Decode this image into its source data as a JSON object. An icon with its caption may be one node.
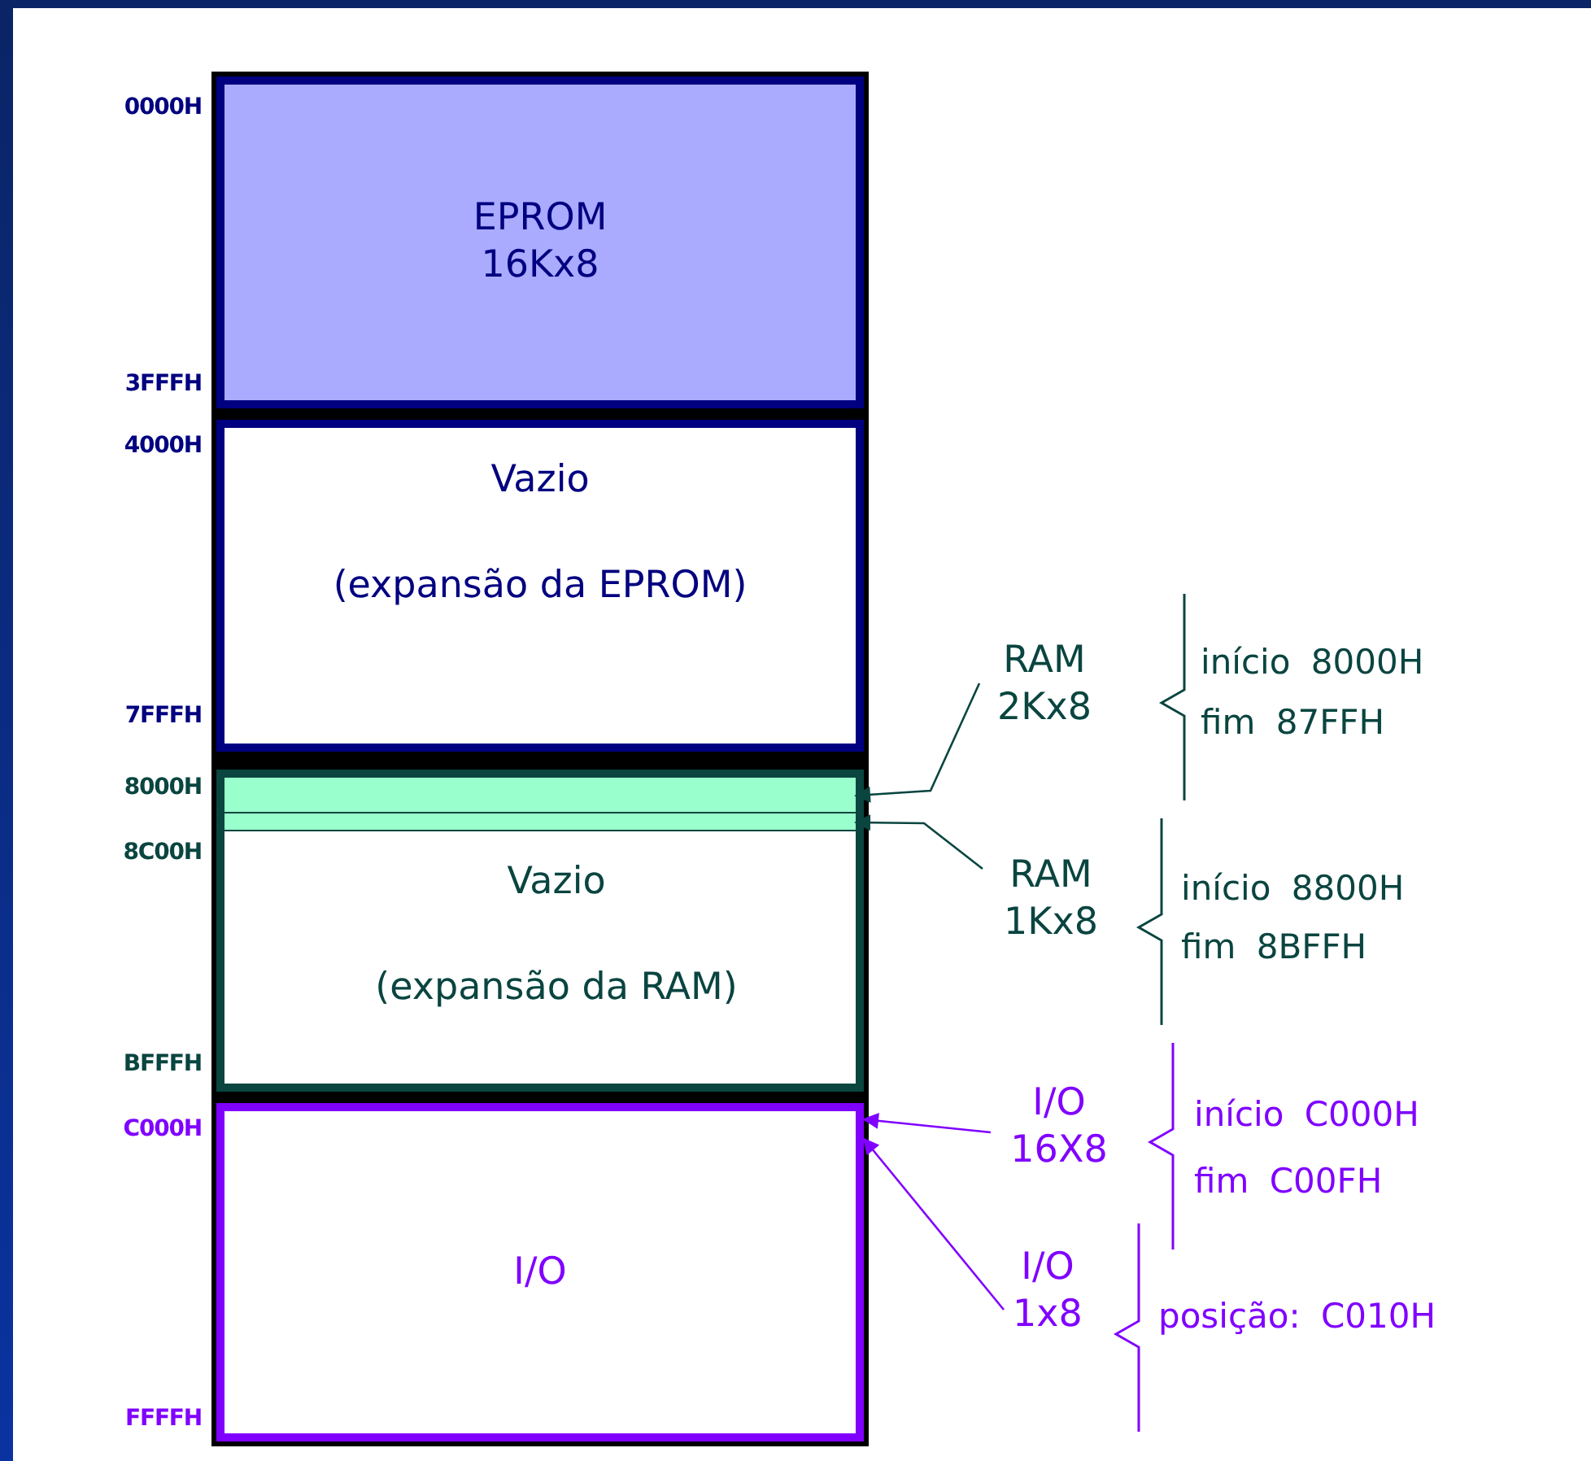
{
  "diagram": {
    "nodes": [
      {
        "text": [
          "EPROM 16Kx8"
        ]
      },
      {
        "text": [
          "Vazio",
          "(expansão da EPROM)"
        ]
      },
      {
        "text": [
          "Vazio",
          "(expansão da RAM)"
        ]
      },
      {
        "text": [],
        "shape": "bar",
        "in": 2
      },
      {
        "text": [],
        "shape": "bar",
        "in": 2
      },
      {
        "text": [
          "I/O"
        ]
      },
      {
        "text": [
          "RAM 2Kx8"
        ]
      },
      {
        "text": [
          "RAM 1Kx8"
        ]
      },
      {
        "text": [
          "I/O 16X8"
        ]
      },
      {
        "text": [
          "I/O 1x8"
        ]
      }
    ],
    "edges": [
      {
        "from": 6,
        "to": 3,
        "arrow": "to",
        "color": "#0a4540"
      },
      {
        "from": 7,
        "to": 4,
        "arrow": "to",
        "color": "#0a4540"
      },
      {
        "from": 8,
        "to": 5,
        "arrow": "to",
        "color": "#8000ff"
      },
      {
        "from": 9,
        "to": 5,
        "arrow": "to",
        "color": "#8000ff"
      }
    ],
    "labels": [
      "0000H",
      "3FFFH",
      "4000H",
      "7FFFH",
      "8000H",
      "8C00H",
      "BFFFH",
      "C000H",
      "FFFFH",
      "início 8000H",
      "fim 87FFH",
      "início 8800H",
      "fim 8BFFH",
      "início C000H",
      "fim C00FH",
      "posição: C010H"
    ]
  }
}
